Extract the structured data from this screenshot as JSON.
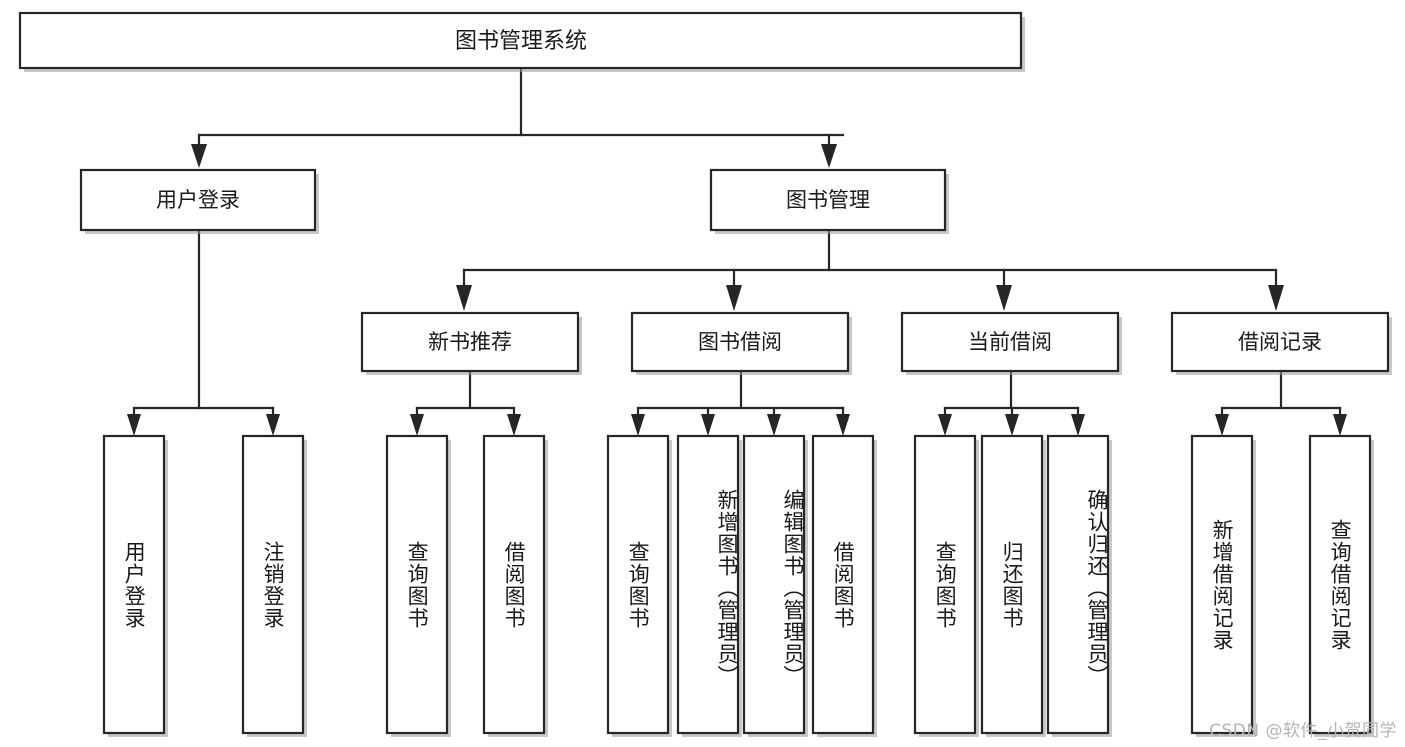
{
  "diagram": {
    "title": "图书管理系统",
    "watermark": "CSDN @软件_小贺同学",
    "colors": {
      "box_stroke": "#262626",
      "box_fill": "#ffffff",
      "text": "#1a1a1a",
      "shadow": "#9a9a9a",
      "background": "#ffffff",
      "watermark": "#b4b4b4"
    },
    "root": {
      "label": "图书管理系统"
    },
    "level2": [
      {
        "label": "用户登录"
      },
      {
        "label": "图书管理"
      }
    ],
    "level3": [
      {
        "label": "新书推荐"
      },
      {
        "label": "图书借阅"
      },
      {
        "label": "当前借阅"
      },
      {
        "label": "借阅记录"
      }
    ],
    "leaves": {
      "user_login": [
        {
          "label": "用户登录",
          "align": "centered"
        },
        {
          "label": "注销登录",
          "align": "centered"
        }
      ],
      "new_book_recommend": [
        {
          "label": "查询图书",
          "align": "centered"
        },
        {
          "label": "借阅图书",
          "align": "centered"
        }
      ],
      "book_borrow": [
        {
          "label": "查询图书",
          "align": "centered"
        },
        {
          "label": "新增图书（管理员）",
          "align": "topped"
        },
        {
          "label": "编辑图书（管理员）",
          "align": "topped"
        },
        {
          "label": "借阅图书",
          "align": "centered"
        }
      ],
      "current_borrow": [
        {
          "label": "查询图书",
          "align": "centered"
        },
        {
          "label": "归还图书",
          "align": "centered"
        },
        {
          "label": "确认归还（管理员）",
          "align": "topped"
        }
      ],
      "borrow_record": [
        {
          "label": "新增借阅记录",
          "align": "centered"
        },
        {
          "label": "查询借阅记录",
          "align": "centered"
        }
      ]
    }
  }
}
